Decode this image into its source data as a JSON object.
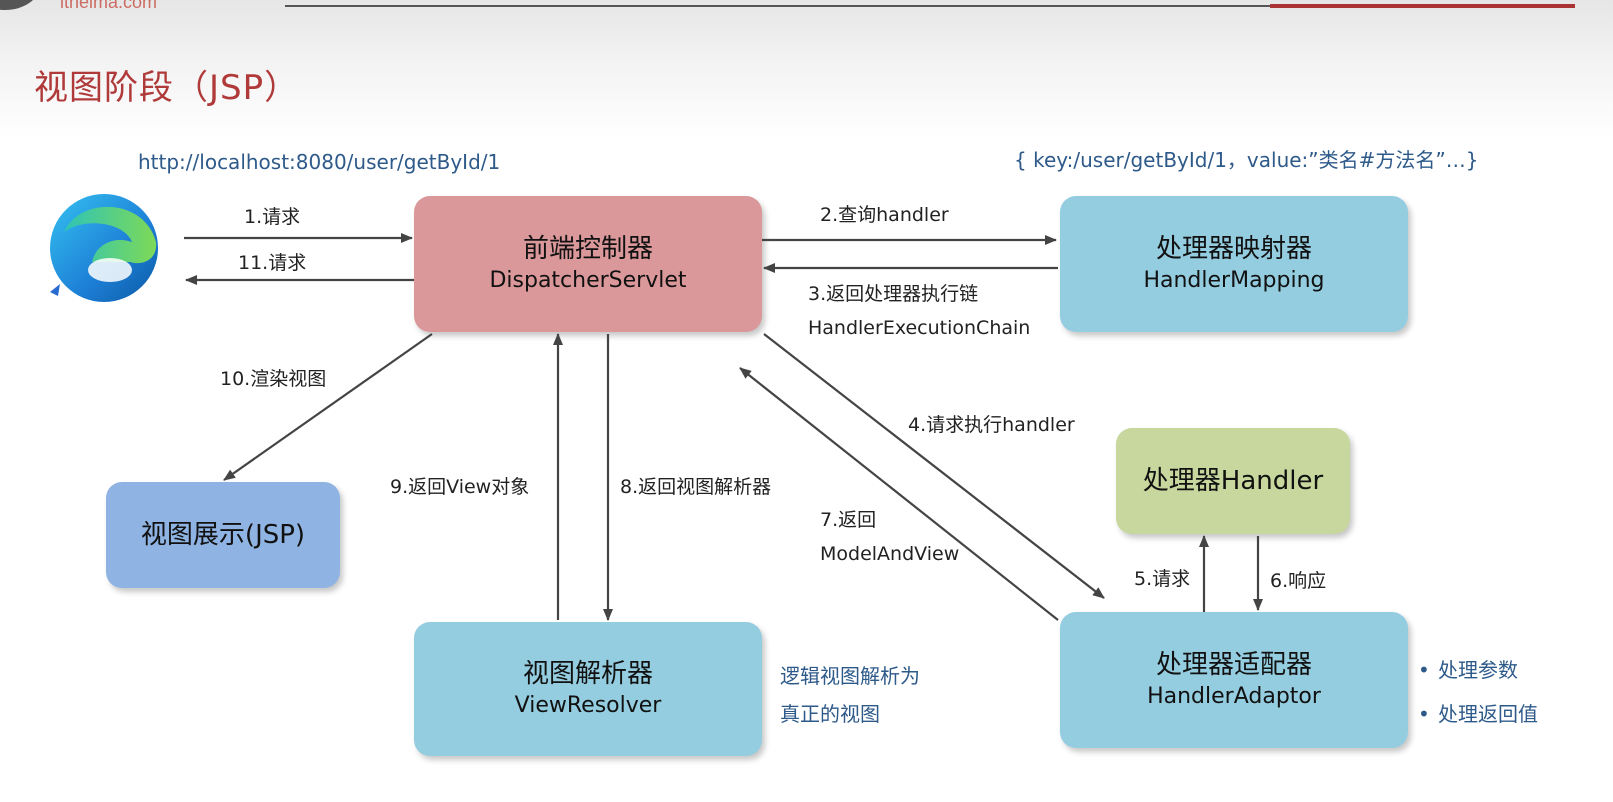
{
  "page_title": "视图阶段（JSP）",
  "notes": {
    "url": "http://localhost:8080/user/getById/1",
    "map": "{ key:/user/getById/1，value:”类名#方法名”…}",
    "resolver_desc_1": "逻辑视图解析为",
    "resolver_desc_2": "真正的视图"
  },
  "boxes": {
    "dispatcher": {
      "line1": "前端控制器",
      "line2": "DispatcherServlet"
    },
    "mapping": {
      "line1": "处理器映射器",
      "line2": "HandlerMapping"
    },
    "handler": {
      "line1": "处理器Handler"
    },
    "adaptor": {
      "line1": "处理器适配器",
      "line2": "HandlerAdaptor"
    },
    "resolver": {
      "line1": "视图解析器",
      "line2": "ViewResolver"
    },
    "view": {
      "line1": "视图展示(JSP)"
    }
  },
  "edges": {
    "e1": "1.请求",
    "e11": "11.请求",
    "e2": "2.查询handler",
    "e3a": "3.返回处理器执行链",
    "e3b": "HandlerExecutionChain",
    "e4": "4.请求执行handler",
    "e5": "5.请求",
    "e6": "6.响应",
    "e7a": "7.返回",
    "e7b": "ModelAndView",
    "e8": "8.返回视图解析器",
    "e9": "9.返回View对象",
    "e10": "10.渲染视图"
  },
  "adaptor_bullets": [
    "处理参数",
    "处理返回值"
  ],
  "icons": {
    "browser": "edge-browser-icon"
  },
  "colors": {
    "dispatcher": "#da989a",
    "component": "#95cde0",
    "handler": "#c7d79e",
    "view": "#8fb4e3",
    "title": "#b03a3a",
    "note": "#2e5a8a"
  }
}
